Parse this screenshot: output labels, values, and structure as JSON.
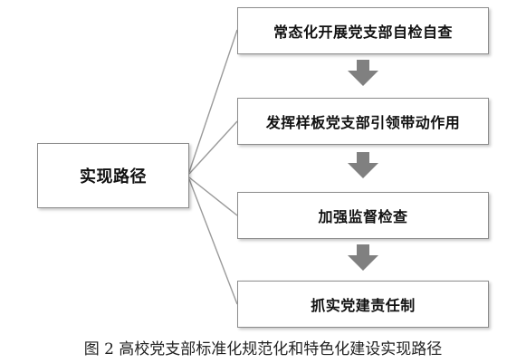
{
  "diagram": {
    "root": "实现路径",
    "steps": [
      "常态化开展党支部自检自查",
      "发挥样板党支部引领带动作用",
      "加强监督检查",
      "抓实党建责任制"
    ]
  },
  "caption": "图 2 高校党支部标准化规范化和特色化建设实现路径",
  "colors": {
    "box_border": "#8c8c8c",
    "connector": "#9a9a9a",
    "arrow": "#808080"
  }
}
